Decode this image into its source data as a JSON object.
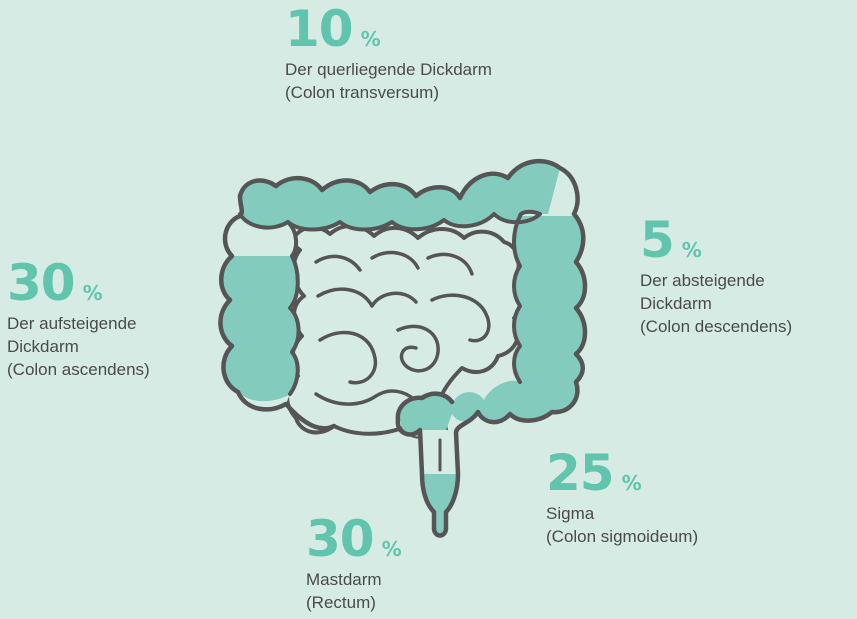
{
  "colors": {
    "background": "#d6ebe4",
    "accent": "#61c5ae",
    "fill": "#83cbbd",
    "outline": "#555555",
    "text": "#4a4a4a"
  },
  "callouts": {
    "transversum": {
      "percent": "10",
      "unit": "%",
      "line1": "Der querliegende Dickdarm",
      "line2": "(Colon transversum)"
    },
    "descendens": {
      "percent": "5",
      "unit": "%",
      "line1": "Der absteigende",
      "line2": "Dickdarm",
      "line3": "(Colon descendens)"
    },
    "ascendens": {
      "percent": "30",
      "unit": "%",
      "line1": "Der aufsteigende",
      "line2": "Dickdarm",
      "line3": "(Colon ascendens)"
    },
    "sigma": {
      "percent": "25",
      "unit": "%",
      "line1": "Sigma",
      "line2": "(Colon sigmoideum)"
    },
    "rectum": {
      "percent": "30",
      "unit": "%",
      "line1": "Mastdarm",
      "line2": "(Rectum)"
    }
  }
}
